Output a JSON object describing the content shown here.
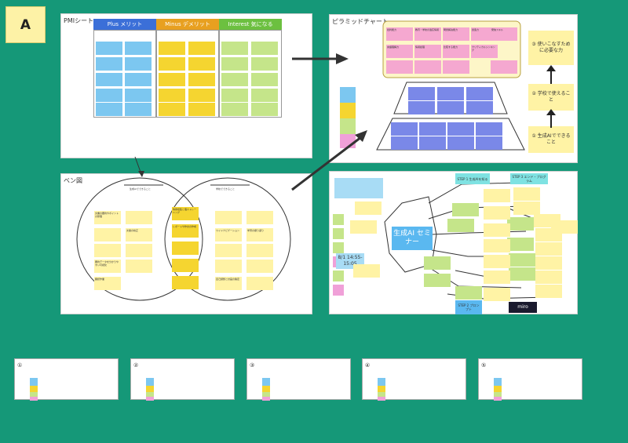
{
  "label": "A",
  "pmi": {
    "title": "PMIシート",
    "columns": [
      {
        "head": "Plus メリット",
        "color": "#3b6fd8"
      },
      {
        "head": "Minus デメリット",
        "color": "#e8a020"
      },
      {
        "head": "Interest 気になる",
        "color": "#6cc040"
      }
    ]
  },
  "pyramid": {
    "title": "ピラミッドチャート",
    "levels": [
      "③ 使いこなすために必要な力",
      "② 学校で使えること",
      "① 生成AIでできること"
    ],
    "top_notes": [
      "批判能力",
      "教育・学校の適応情報",
      "問題解決能力",
      "創造力",
      "発信スキル",
      "言語理解力",
      "情報処理",
      "比較する能力",
      "クリティカルシンキング"
    ]
  },
  "venn": {
    "title": "ベン図",
    "left_label": "生成AIでできること",
    "right_label": "学校でできること",
    "left_notes": [
      "文書の要約やポイントの整理",
      "文章の校正",
      "要約データを分かりやすい可視化",
      "翻訳作業"
    ],
    "center_notes": [
      "情報収集と個人トレーニング",
      "レポートや作文の作成"
    ],
    "right_notes": [
      "ワイドナビゲーション",
      "学習の振り返り",
      "自己調整と計画の策定"
    ]
  },
  "mindmap": {
    "center": "生成AI セミナー",
    "step1": "STEP 1 生成AIを知る",
    "step2": "STEP 2 プロンプト",
    "step3": "STEP 3 エンド・プログラム",
    "date": "8/1 14:55-15:05",
    "tool": "miro"
  },
  "thumbnails": [
    "①",
    "②",
    "③",
    "④",
    "⑤"
  ],
  "colors": {
    "background": "#159878",
    "label": "#fdf2a6"
  }
}
